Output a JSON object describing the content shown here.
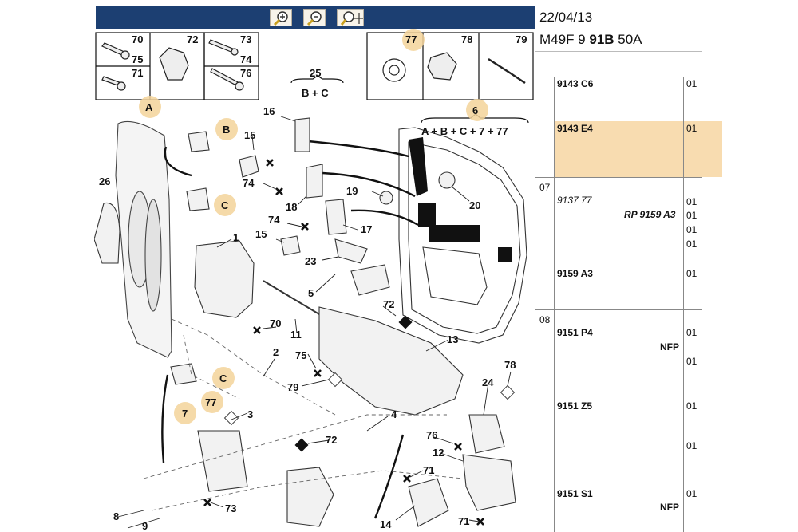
{
  "toolbar": {
    "buttons": [
      {
        "name": "zoom-in-icon"
      },
      {
        "name": "zoom-out-icon"
      },
      {
        "name": "zoom-pan-icon"
      }
    ]
  },
  "header": {
    "date": "22/04/13",
    "model_prefix": "M49F 9 ",
    "model_bold": "91B",
    "model_suffix": " 50A"
  },
  "legend_boxes": {
    "left": [
      "70",
      "75",
      "72",
      "73",
      "74",
      "71",
      "76"
    ],
    "right": [
      "77",
      "78",
      "79"
    ]
  },
  "group_labels": {
    "g25_num": "25",
    "g25_expr": "B + C",
    "g6_num": "6",
    "g6_expr": "A + B + C + 7 + 77"
  },
  "callouts": {
    "A": "A",
    "B": "B",
    "C1": "C",
    "C2": "C",
    "n7": "7",
    "n77": "77",
    "n1": "1",
    "n2": "2",
    "n3": "3",
    "n4": "4",
    "n5": "5",
    "n8": "8",
    "n9": "9",
    "n11": "11",
    "n12": "12",
    "n13": "13",
    "n14": "14",
    "n15a": "15",
    "n15b": "15",
    "n16": "16",
    "n17": "17",
    "n18": "18",
    "n19": "19",
    "n20": "20",
    "n23": "23",
    "n24": "24",
    "n26": "26",
    "n70": "70",
    "n71a": "71",
    "n71b": "71",
    "n72a": "72",
    "n72b": "72",
    "n73": "73",
    "n74a": "74",
    "n74b": "74",
    "n75": "75",
    "n76": "76",
    "n78": "78",
    "n79": "79"
  },
  "parts": {
    "r1_ref": "9143 C6",
    "r1_qty": "01",
    "r2_ref": "9143 E4",
    "r2_qty": "01",
    "sec07": "07",
    "r3_ref": "9137 77",
    "r3_qty": "01",
    "r4_rp": "RP 9159 A3",
    "r4_qty": "01",
    "r5_qty": "01",
    "r6_qty": "01",
    "r7_ref": "9159 A3",
    "r7_qty": "01",
    "sec08": "08",
    "r8_ref": "9151 P4",
    "r8_qty": "01",
    "r9_nfp": "NFP",
    "r10_qty": "01",
    "r11_ref": "9151 Z5",
    "r11_qty": "01",
    "r12_qty": "01",
    "r13_ref": "9151 S1",
    "r13_qty": "01",
    "r14_nfp": "NFP"
  },
  "colors": {
    "toolbar_bg": "#1c3f72",
    "highlight": "#f8dcb0",
    "badge": "#f3d39a"
  }
}
